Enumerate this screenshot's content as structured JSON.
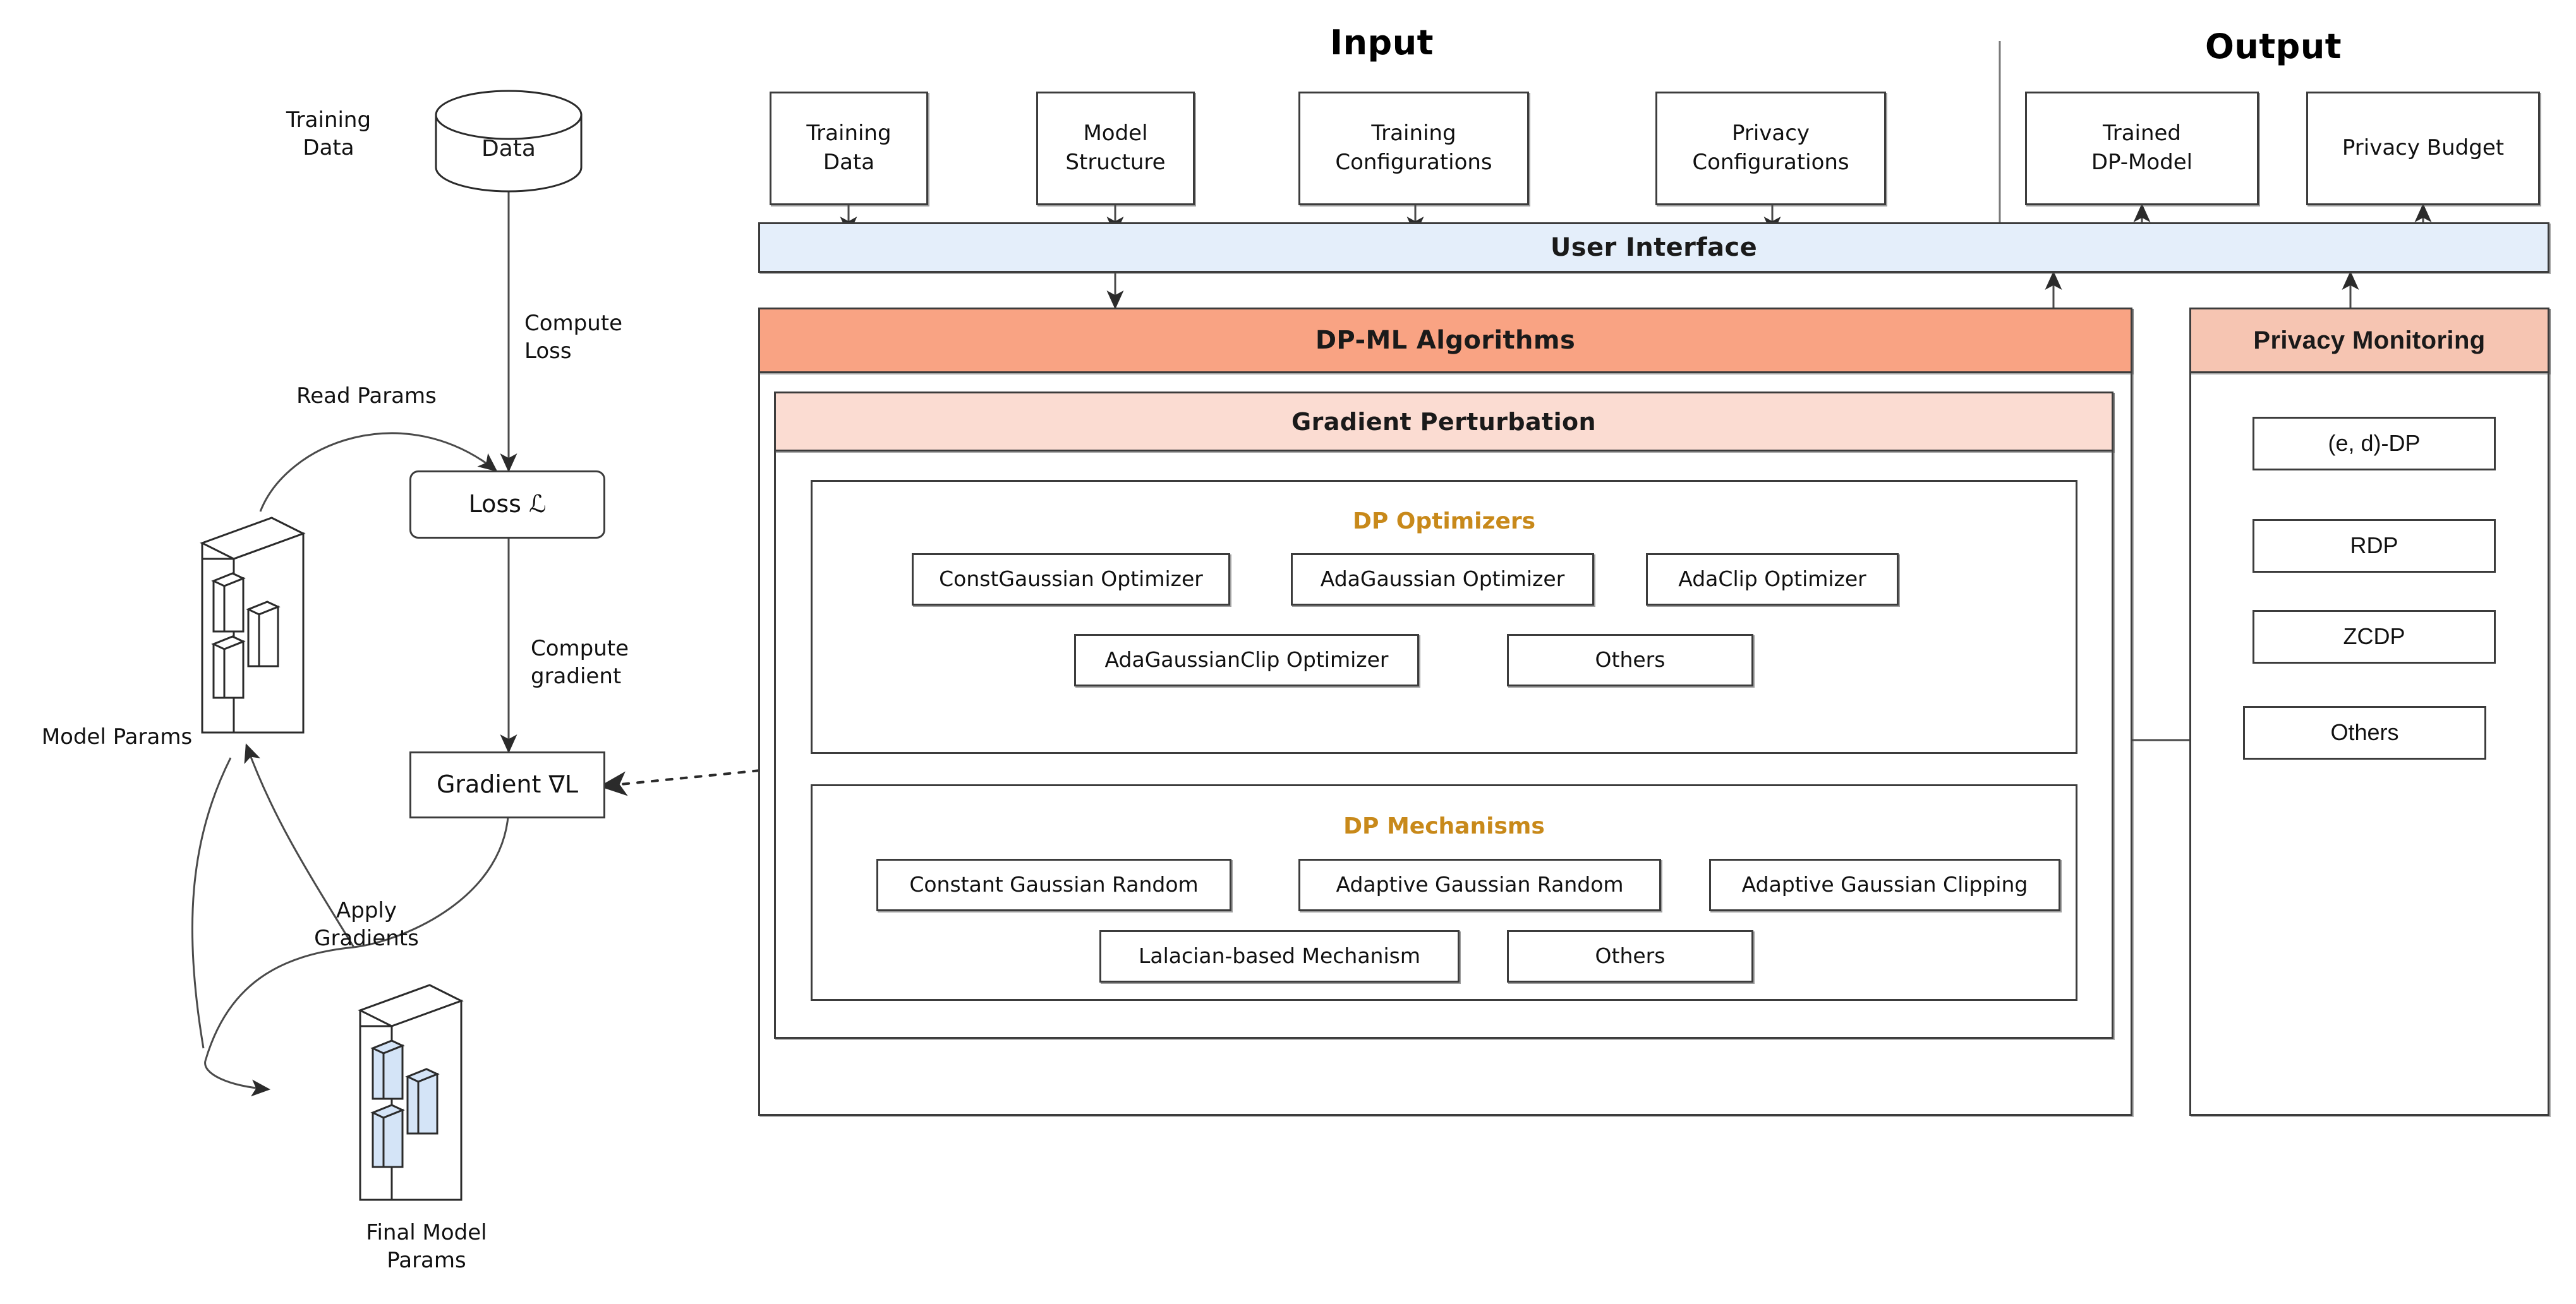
{
  "titles": {
    "input": "Input",
    "output": "Output"
  },
  "left_flow": {
    "training_data_label": "Training\nData",
    "data_cylinder": "Data",
    "compute_loss_label": "Compute\nLoss",
    "read_params_label": "Read Params",
    "loss_node": "Loss ℒ",
    "compute_gradient_label": "Compute\ngradient",
    "gradient_node": "Gradient ∇L",
    "model_params_label": "Model Params",
    "apply_gradients_label": "Apply\nGradients",
    "final_model_params_label": "Final Model\nParams"
  },
  "input_boxes": [
    {
      "label": "Training\nData"
    },
    {
      "label": "Model\nStructure"
    },
    {
      "label": "Training\nConfigurations"
    },
    {
      "label": "Privacy\nConfigurations"
    }
  ],
  "output_boxes": [
    {
      "label": "Trained\nDP-Model"
    },
    {
      "label": "Privacy Budget"
    }
  ],
  "user_interface": {
    "label": "User Interface"
  },
  "dpml": {
    "header": "DP-ML Algorithms",
    "gradient_perturbation_header": "Gradient Perturbation",
    "optimizers": {
      "title": "DP Optimizers",
      "row1": [
        {
          "label": "ConstGaussian Optimizer"
        },
        {
          "label": "AdaGaussian Optimizer"
        },
        {
          "label": "AdaClip Optimizer"
        }
      ],
      "row2": [
        {
          "label": "AdaGaussianClip Optimizer"
        },
        {
          "label": "Others"
        }
      ]
    },
    "mechanisms": {
      "title": "DP Mechanisms",
      "row1": [
        {
          "label": "Constant Gaussian Random"
        },
        {
          "label": "Adaptive Gaussian Random"
        },
        {
          "label": "Adaptive Gaussian Clipping"
        }
      ],
      "row2": [
        {
          "label": "Lalacian-based Mechanism"
        },
        {
          "label": "Others"
        }
      ]
    }
  },
  "privacy_monitoring": {
    "header": "Privacy Monitoring",
    "items": [
      {
        "label": "(e, d)-DP"
      },
      {
        "label": "RDP"
      },
      {
        "label": "ZCDP"
      },
      {
        "label": "Others"
      }
    ]
  },
  "colors": {
    "orange_header": "#F9A383",
    "pink_header": "#FBDCD2",
    "salmon_header": "#F6C5B2",
    "blue_bar": "#E4EEFA",
    "group_title": "#C8891A",
    "stroke": "#3C3C3C",
    "param_fill": "#D4E4F7"
  }
}
